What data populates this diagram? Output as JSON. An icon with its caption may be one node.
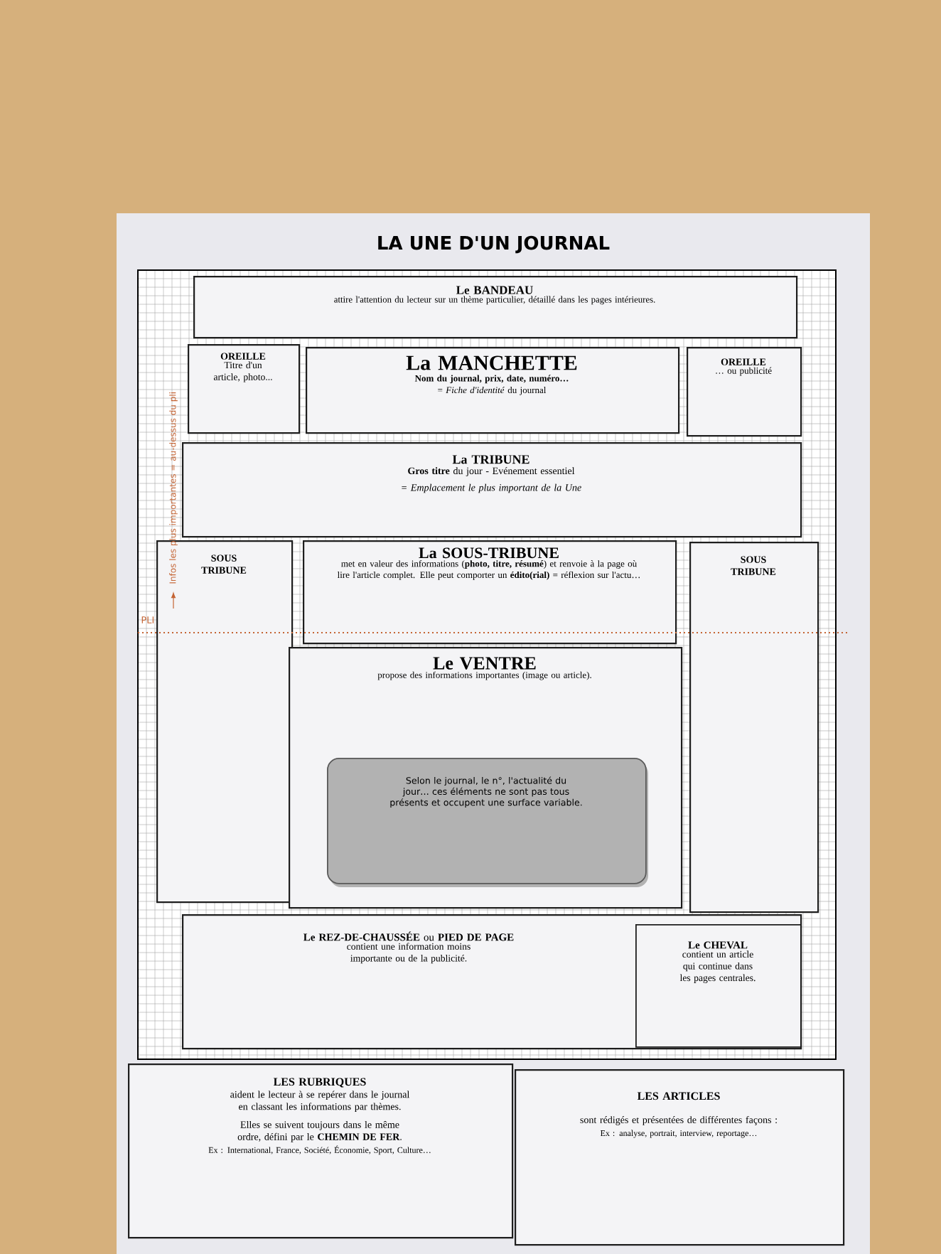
{
  "diagram": {
    "title": "LA UNE D'UN JOURNAL",
    "nodes": [
      {
        "text": [
          "Le BANDEAU",
          "attire l'attention du lecteur sur un thème particulier, détaillé dans les pages intérieures."
        ]
      },
      {
        "text": [
          "OREILLE",
          "Titre d'un article, photo..."
        ]
      },
      {
        "text": [
          "La MANCHETTE",
          "Nom du journal, prix, date, numéro…",
          "= *Fiche d'identité* du journal"
        ]
      },
      {
        "text": [
          "OREILLE",
          "… ou publicité"
        ]
      },
      {
        "text": [
          "La TRIBUNE",
          "**Gros titre** du jour - Evénement essentiel",
          "= Emplacement le plus important de la Une"
        ]
      },
      {
        "text": [
          "SOUS TRIBUNE"
        ]
      },
      {
        "text": [
          "La SOUS-TRIBUNE",
          "met en valeur des informations (**photo, titre, résumé**) et renvoie à la page où lire l'article complet. Elle peut comporter un **édito(rial)** = réflexion sur l'actu…"
        ]
      },
      {
        "text": [
          "SOUS TRIBUNE"
        ]
      },
      {
        "text": [
          "Le VENTRE",
          "propose des informations importantes (image ou article)."
        ]
      },
      {
        "text": [
          "Selon le journal, le n°, l'actualité du jour… ces éléments ne sont pas tous présents et occupent une surface variable."
        ],
        "in": 8
      },
      {
        "text": [
          "**Le REZ-DE-CHAUSSÉE** ou **PIED DE PAGE**",
          "contient une information moins importante ou de la publicité."
        ]
      },
      {
        "text": [
          "Le CHEVAL",
          "contient un article qui continue dans les pages centrales."
        ],
        "in": 10
      },
      {
        "text": [
          "LES RUBRIQUES",
          "aident le lecteur à se repérer dans le journal en classant les informations par thèmes.",
          "Elles se suivent toujours dans le même ordre, défini par le **CHEMIN DE FER**.",
          "Ex : International, France, Société, Économie, Sport, Culture…"
        ]
      },
      {
        "text": [
          "LES ARTICLES",
          "sont rédigés et présentées de différentes façons :",
          "Ex : analyse, portrait, interview, reportage…"
        ]
      }
    ],
    "labels": [
      "Infos les plus importantes = au-dessus du pli",
      "PLI"
    ]
  }
}
